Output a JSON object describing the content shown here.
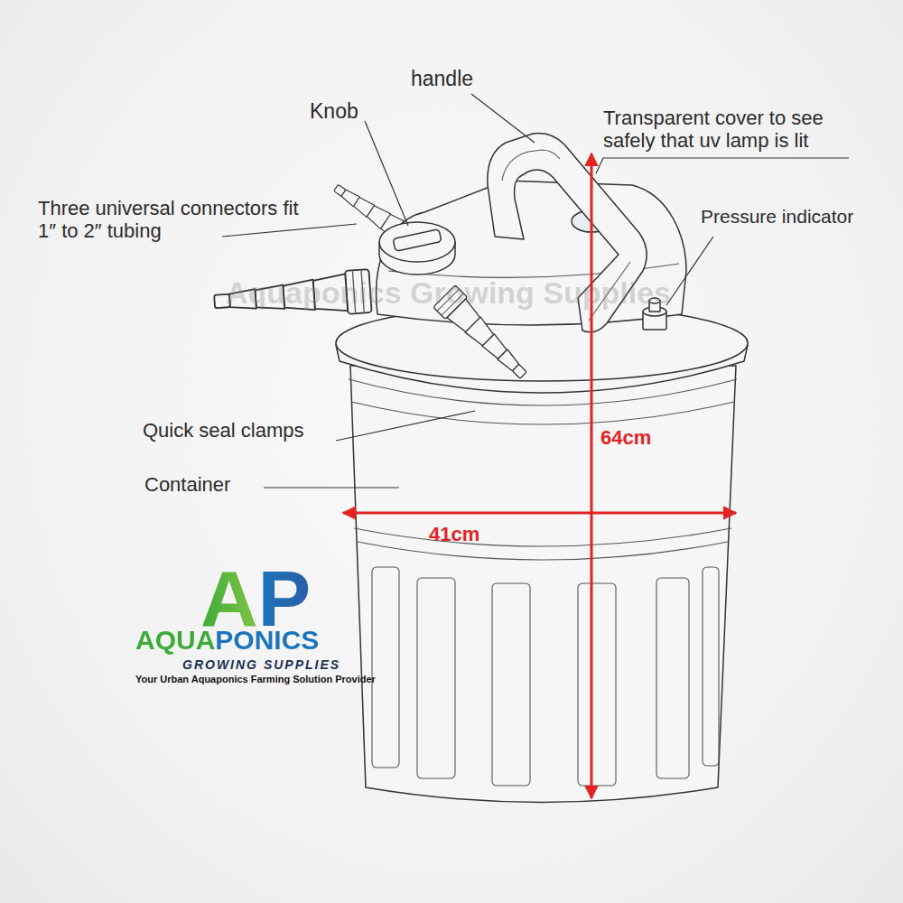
{
  "diagram": {
    "labels": [
      "handle",
      "Knob",
      "Transparent cover to see safely that uv lamp is lit",
      "Three universal connectors fit 1″ to 2″ tubing",
      "Pressure indicator",
      "Aquaponics Growing Supplies",
      "Quick seal clamps",
      "64cm",
      "Container",
      "41cm",
      "AP",
      "AQUAPONICS",
      "GROWING SUPPLIES",
      "Your Urban Aquaponics Farming Solution Provider"
    ]
  }
}
